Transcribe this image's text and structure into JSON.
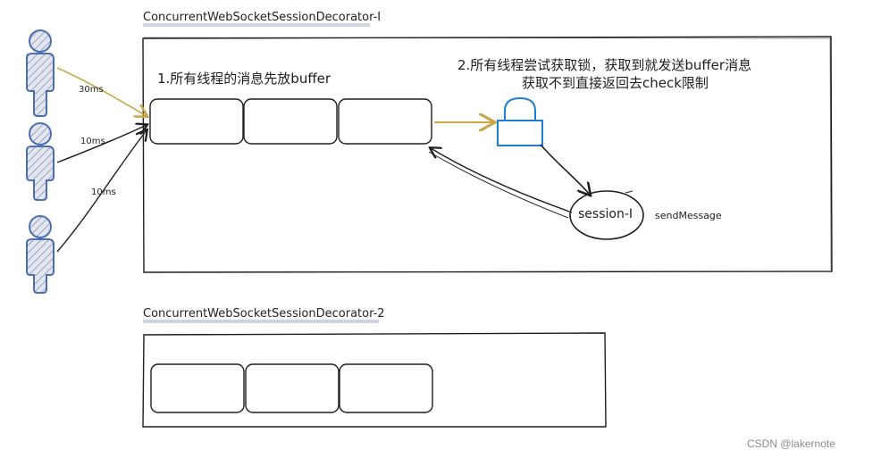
{
  "frames": [
    {
      "title": "ConcurrentWebSocketSessionDecorator-I"
    },
    {
      "title": "ConcurrentWebSocketSessionDecorator-2"
    }
  ],
  "notes": {
    "step1": "1.所有线程的消息先放buffer",
    "step2_line1": "2.所有线程尝试获取锁，获取到就发送buffer消息",
    "step2_line2": "获取不到直接返回去check限制"
  },
  "arrows": {
    "user1_label": "30ms",
    "user2_label": "10ms",
    "user3_label": "10ms"
  },
  "session": {
    "label": "session-I",
    "method": "sendMessage"
  },
  "watermark": "CSDN @lakernote",
  "colors": {
    "user_fill": "#d6d9e6",
    "user_stroke": "#4a6fb5",
    "lock_stroke": "#1c7ed6",
    "highlight_arrow": "#c9a84a",
    "line": "#1e1e1e"
  }
}
